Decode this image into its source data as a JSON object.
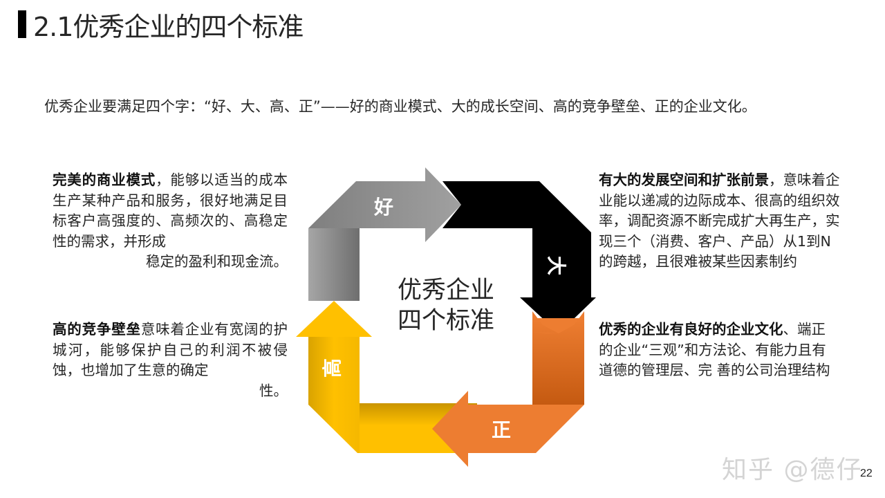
{
  "slide": {
    "title": "2.1优秀企业的四个标准",
    "intro": "优秀企业要满足四个字：“好、大、高、正”——好的商业模式、大的成长空间、高的竞争壁垒、正的企业文化。",
    "page_number": "22",
    "watermark": "知乎 @德仔"
  },
  "diagram": {
    "center_label_line1": "优秀企业",
    "center_label_line2": "四个标准",
    "arrows": [
      {
        "char": "好",
        "color": "#8c8c8c",
        "position": "top",
        "direction": "right"
      },
      {
        "char": "大",
        "color": "#000000",
        "position": "right",
        "direction": "down"
      },
      {
        "char": "正",
        "color": "#ed7d31",
        "position": "bottom",
        "direction": "left"
      },
      {
        "char": "高",
        "color": "#ffc000",
        "position": "left",
        "direction": "up"
      }
    ]
  },
  "blocks": {
    "top_left": {
      "bold": "完美的商业模式",
      "text": "，能够以适当的成本生产某种产品和服务，很好地满足目标客户高强度的、高频次的、高稳定性的需求，并形成",
      "last_line": "稳定的盈利和现金流。"
    },
    "bottom_left": {
      "bold": "高的竞争壁垒",
      "text": "意味着企业有宽阔的护城河，能够保护自己的利润不被侵蚀，也增加了生意的确定",
      "last_line": "性。"
    },
    "top_right": {
      "bold": "有大的发展空间和扩张前景",
      "text": "，意味着企业能以递减的边际成本、很高的组织效率，调配资源不断完成扩大再生产，实现三个（消费、客户、产品）从1到N的跨越，且很难被某些因素制约"
    },
    "bottom_right": {
      "bold": "优秀的企业有良好的企业文化",
      "text": "、端正的企业“三观”和方法论、有能力且有道德的管理层、完 善的公司治理结构"
    }
  }
}
